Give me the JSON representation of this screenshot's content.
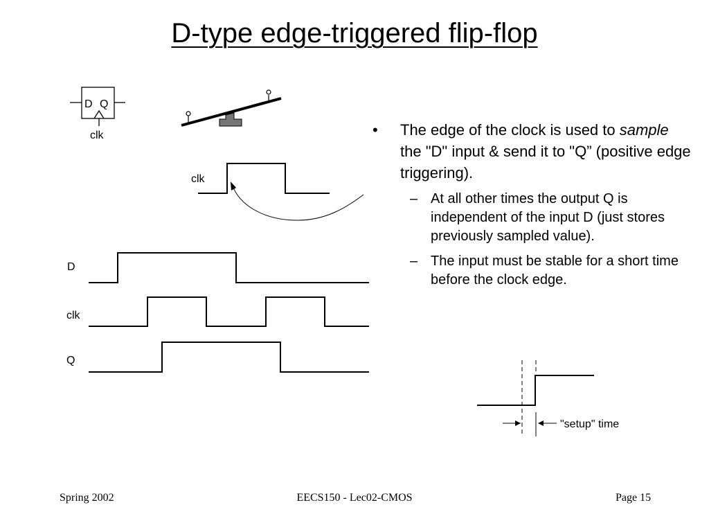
{
  "title": "D-type edge-triggered flip-flop",
  "symbol": {
    "d_label": "D",
    "q_label": "Q",
    "clk_label": "clk"
  },
  "clock_edge_figure": {
    "clk_label": "clk"
  },
  "timing_diagram": {
    "signals": [
      {
        "label": "D",
        "levels": "one pulse: rises before the first clock edge, falls after it"
      },
      {
        "label": "clk",
        "levels": "two pulses"
      },
      {
        "label": "Q",
        "levels": "one pulse: rises at first clock rising edge, falls at second clock rising edge"
      }
    ]
  },
  "setup_figure": {
    "label": "\"setup\" time"
  },
  "bullets": {
    "main": {
      "marker": "•",
      "part1": "The edge of the clock is used to ",
      "emphasis": "sample",
      "part2": " the \"D\" input & send it to \"Q” (positive edge triggering)."
    },
    "subs": [
      {
        "marker": "–",
        "text": "At all other times the output Q is independent of the input D (just stores previously sampled value)."
      },
      {
        "marker": "–",
        "text": "The input must be stable for a short time before the clock edge."
      }
    ]
  },
  "footer": {
    "left": "Spring 2002",
    "center": "EECS150 - Lec02-CMOS",
    "right": "Page 15"
  }
}
